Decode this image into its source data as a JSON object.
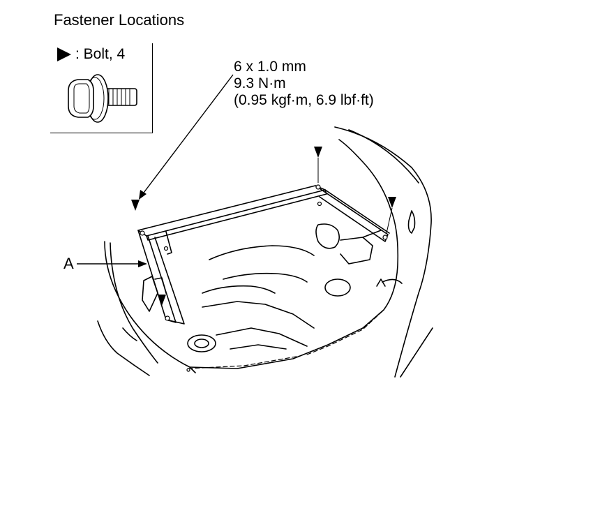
{
  "title": "Fastener Locations",
  "legend": {
    "symbol": "solid-triangle-marker",
    "label": ": Bolt, 4"
  },
  "spec": {
    "line1": "6 x 1.0 mm",
    "line2": "9.3 N·m",
    "line3": "(0.95 kgf·m, 6.9 lbf·ft)"
  },
  "callouts": {
    "a": "A"
  }
}
